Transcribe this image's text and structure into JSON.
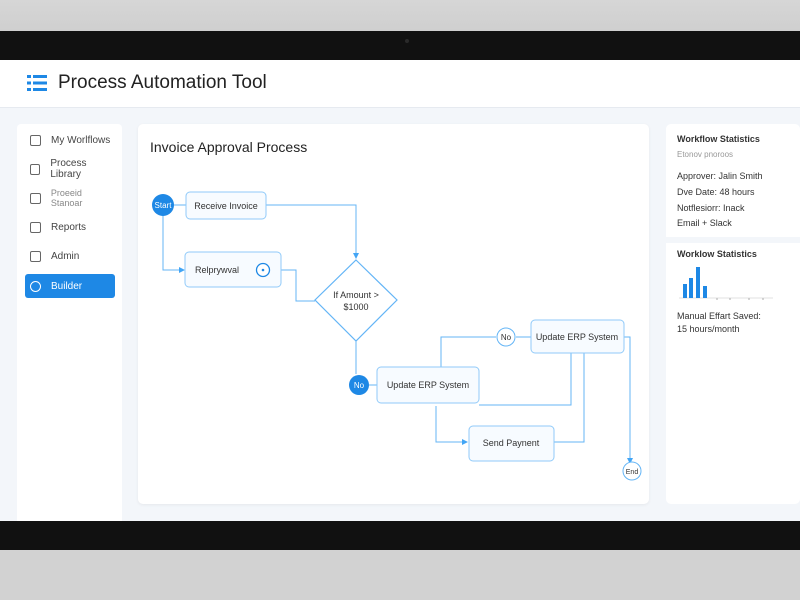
{
  "app": {
    "title": "Process Automation Tool",
    "icon": "list-icon"
  },
  "sidebar": {
    "items": [
      {
        "label": "My Worlflows",
        "icon": "home-icon",
        "active": false
      },
      {
        "label": "Process Library",
        "icon": "window-icon",
        "active": false
      },
      {
        "label": "Proeeid Stanoar",
        "icon": "document-icon",
        "active": false
      },
      {
        "label": "Reports",
        "icon": "report-icon",
        "active": false
      },
      {
        "label": "Admin",
        "icon": "admin-icon",
        "active": false
      },
      {
        "label": "Builder",
        "icon": "builder-icon",
        "active": true
      }
    ]
  },
  "canvas": {
    "title": "Invoice Approval Process",
    "nodes": {
      "start": "Start",
      "receive_invoice": "Receive Invoice",
      "preapproval": "Relprywval",
      "decision_line1": "If Amount >",
      "decision_line2": "$1000",
      "no_badge_filled": "No",
      "update_erp_1": "Update ERP System",
      "no_badge_outline": "No",
      "update_erp_2": "Update ERP System",
      "send_payment": "Send Paynent",
      "end": "End"
    }
  },
  "stats": {
    "title": "Workflow Statistics",
    "subtitle": "Etonov pnoroos",
    "approver": "Approver: Jalin Smith",
    "due_date": "Dve Date: 48 hours",
    "notification": "Notflesiorr: Inack",
    "channels": "Email + Slack",
    "chart_title": "Worklow Statistics",
    "saved_label": "Manual Effart Saved:",
    "saved_value": "15 hours/month"
  },
  "colors": {
    "accent": "#1e88e5",
    "line": "#64b5f6",
    "node_border": "#90caf9"
  }
}
